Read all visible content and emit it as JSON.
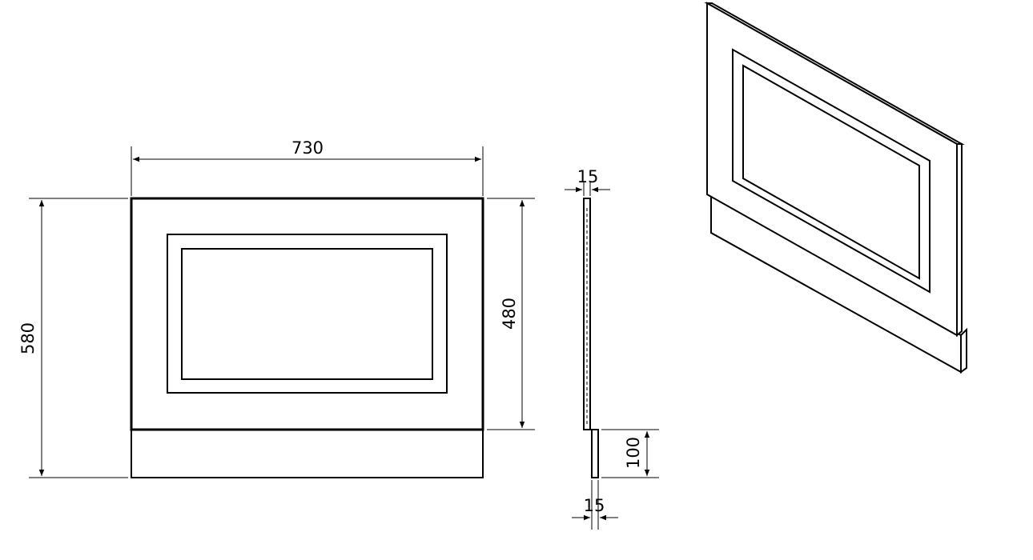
{
  "dimensions": {
    "width": "730",
    "height_total": "580",
    "height_panel": "480",
    "plinth_height": "100",
    "thickness_top": "15",
    "thickness_bottom": "15"
  }
}
